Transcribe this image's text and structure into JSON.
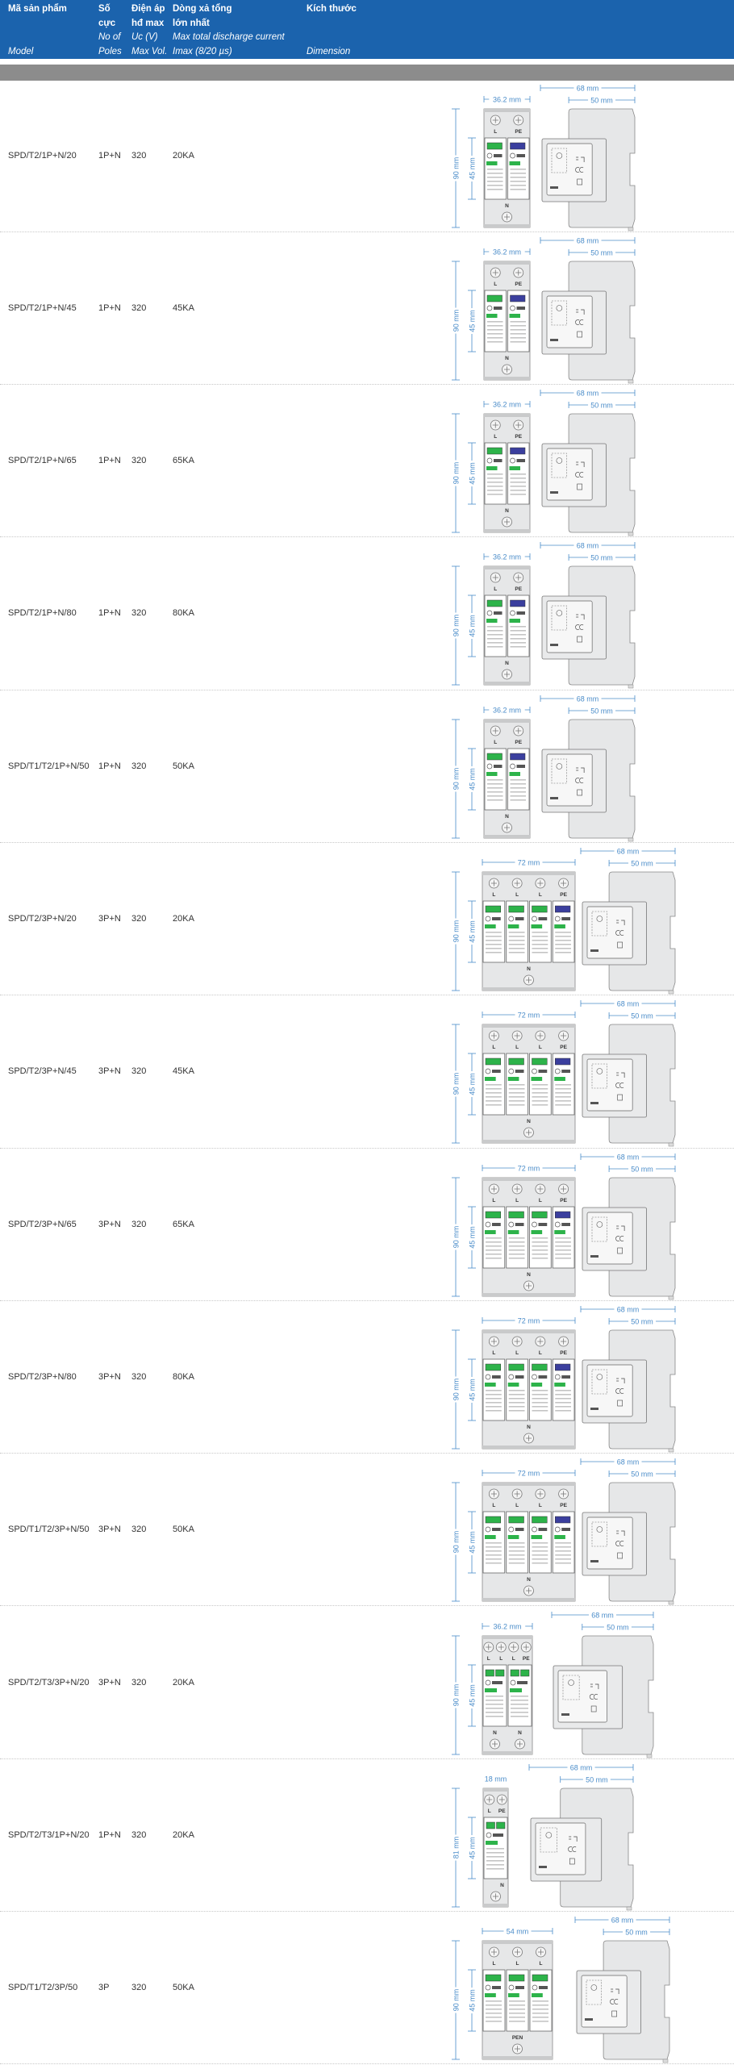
{
  "header": {
    "model": {
      "vi": [
        "Mã sản phẩm",
        "",
        ""
      ],
      "en": "Model"
    },
    "poles": {
      "vi": [
        "Số",
        "cực"
      ],
      "en": [
        "No of",
        "Poles"
      ]
    },
    "voltage": {
      "vi": [
        "Điện áp",
        "hđ max"
      ],
      "en": [
        "Uc (V)",
        "Max Vol."
      ]
    },
    "current": {
      "vi": [
        "Dòng xả tổng",
        "lớn nhất"
      ],
      "en": [
        "Max total discharge current",
        "Imax (8/20 µs)"
      ]
    },
    "dimension": {
      "vi": "Kích thước",
      "en": "Dimension"
    }
  },
  "colors": {
    "header_bg": "#1b63ad",
    "dim_line": "#4a8cc9",
    "indicator_green": "#2db34a",
    "indicator_blue": "#3b3f9e"
  },
  "rows": [
    {
      "model": "SPD/T2/1P+N/20",
      "poles": "1P+N",
      "voltage": "320",
      "current": "20KA",
      "dim": {
        "type": "2mod",
        "width": "36.2 mm",
        "height": "90 mm",
        "inner": "45 mm",
        "depth": "68 mm",
        "depth2": "50 mm",
        "top": [
          "L",
          "PE"
        ],
        "bottom": [
          "N"
        ]
      }
    },
    {
      "model": "SPD/T2/1P+N/45",
      "poles": "1P+N",
      "voltage": "320",
      "current": "45KA",
      "dim": {
        "type": "2mod",
        "width": "36.2 mm",
        "height": "90 mm",
        "inner": "45 mm",
        "depth": "68 mm",
        "depth2": "50 mm",
        "top": [
          "L",
          "PE"
        ],
        "bottom": [
          "N"
        ]
      }
    },
    {
      "model": "SPD/T2/1P+N/65",
      "poles": "1P+N",
      "voltage": "320",
      "current": "65KA",
      "dim": {
        "type": "2mod",
        "width": "36.2 mm",
        "height": "90 mm",
        "inner": "45 mm",
        "depth": "68 mm",
        "depth2": "50 mm",
        "top": [
          "L",
          "PE"
        ],
        "bottom": [
          "N"
        ]
      }
    },
    {
      "model": "SPD/T2/1P+N/80",
      "poles": "1P+N",
      "voltage": "320",
      "current": "80KA",
      "dim": {
        "type": "2mod",
        "width": "36.2 mm",
        "height": "90 mm",
        "inner": "45 mm",
        "depth": "68 mm",
        "depth2": "50 mm",
        "top": [
          "L",
          "PE"
        ],
        "bottom": [
          "N"
        ]
      }
    },
    {
      "model": "SPD/T1/T2/1P+N/50",
      "poles": "1P+N",
      "voltage": "320",
      "current": "50KA",
      "dim": {
        "type": "2mod",
        "width": "36.2 mm",
        "height": "90 mm",
        "inner": "45 mm",
        "depth": "68 mm",
        "depth2": "50 mm",
        "top": [
          "L",
          "PE"
        ],
        "bottom": [
          "N"
        ]
      }
    },
    {
      "model": "SPD/T2/3P+N/20",
      "poles": "3P+N",
      "voltage": "320",
      "current": "20KA",
      "dim": {
        "type": "4mod",
        "width": "72 mm",
        "height": "90 mm",
        "inner": "45 mm",
        "depth": "68 mm",
        "depth2": "50 mm",
        "top": [
          "L",
          "L",
          "L",
          "PE"
        ],
        "bottom": [
          "N"
        ]
      }
    },
    {
      "model": "SPD/T2/3P+N/45",
      "poles": "3P+N",
      "voltage": "320",
      "current": "45KA",
      "dim": {
        "type": "4mod",
        "width": "72 mm",
        "height": "90 mm",
        "inner": "45 mm",
        "depth": "68 mm",
        "depth2": "50 mm",
        "top": [
          "L",
          "L",
          "L",
          "PE"
        ],
        "bottom": [
          "N"
        ]
      }
    },
    {
      "model": "SPD/T2/3P+N/65",
      "poles": "3P+N",
      "voltage": "320",
      "current": "65KA",
      "dim": {
        "type": "4mod",
        "width": "72 mm",
        "height": "90 mm",
        "inner": "45 mm",
        "depth": "68 mm",
        "depth2": "50 mm",
        "top": [
          "L",
          "L",
          "L",
          "PE"
        ],
        "bottom": [
          "N"
        ]
      }
    },
    {
      "model": "SPD/T2/3P+N/80",
      "poles": "3P+N",
      "voltage": "320",
      "current": "80KA",
      "dim": {
        "type": "4mod",
        "width": "72 mm",
        "height": "90 mm",
        "inner": "45 mm",
        "depth": "68 mm",
        "depth2": "50 mm",
        "top": [
          "L",
          "L",
          "L",
          "PE"
        ],
        "bottom": [
          "N"
        ]
      }
    },
    {
      "model": "SPD/T1/T2/3P+N/50",
      "poles": "3P+N",
      "voltage": "320",
      "current": "50KA",
      "dim": {
        "type": "4mod",
        "width": "72 mm",
        "height": "90 mm",
        "inner": "45 mm",
        "depth": "68 mm",
        "depth2": "50 mm",
        "top": [
          "L",
          "L",
          "L",
          "PE"
        ],
        "bottom": [
          "N"
        ]
      }
    },
    {
      "model": "SPD/T2/T3/3P+N/20",
      "poles": "3P+N",
      "voltage": "320",
      "current": "20KA",
      "dim": {
        "type": "2x2",
        "width": "36.2 mm",
        "height": "90 mm",
        "inner": "45 mm",
        "depth": "68 mm",
        "depth2": "50 mm",
        "top": [
          "L",
          "L",
          "L",
          "PE"
        ],
        "bottom": [
          "N",
          "N"
        ]
      }
    },
    {
      "model": "SPD/T2/T3/1P+N/20",
      "poles": "1P+N",
      "voltage": "320",
      "current": "20KA",
      "dim": {
        "type": "1mod",
        "width": "18 mm",
        "height": "81 mm",
        "inner": "45 mm",
        "depth": "68 mm",
        "depth2": "50 mm",
        "top": [
          "L",
          "PE"
        ],
        "bottom": [
          "N"
        ]
      }
    },
    {
      "model": "SPD/T1/T2/3P/50",
      "poles": "3P",
      "voltage": "320",
      "current": "50KA",
      "dim": {
        "type": "3mod",
        "width": "54 mm",
        "height": "90 mm",
        "inner": "45 mm",
        "depth": "68 mm",
        "depth2": "50 mm",
        "top": [
          "L",
          "L",
          "L"
        ],
        "bottom": [
          "PEN"
        ]
      }
    }
  ]
}
